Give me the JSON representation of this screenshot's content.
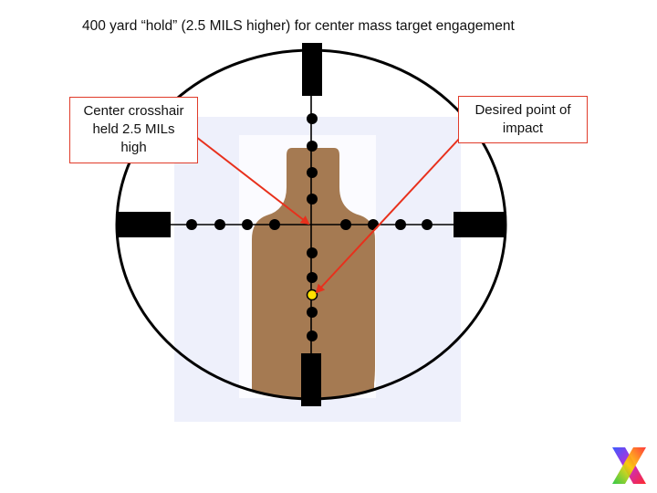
{
  "title": "400 yard “hold” (2.5 MILS higher) for center mass target engagement",
  "callouts": {
    "left": [
      "Center crosshair",
      "held 2.5 MILs",
      "high"
    ],
    "right": [
      "Desired point of",
      "impact"
    ]
  },
  "colors": {
    "target": "#a57a52",
    "background_panel": "#eef0fb",
    "callout_border": "#e03b2a",
    "arrow": "#e8301c",
    "impact_dot": "#ffe000"
  },
  "logo": "colorful-x-logo"
}
